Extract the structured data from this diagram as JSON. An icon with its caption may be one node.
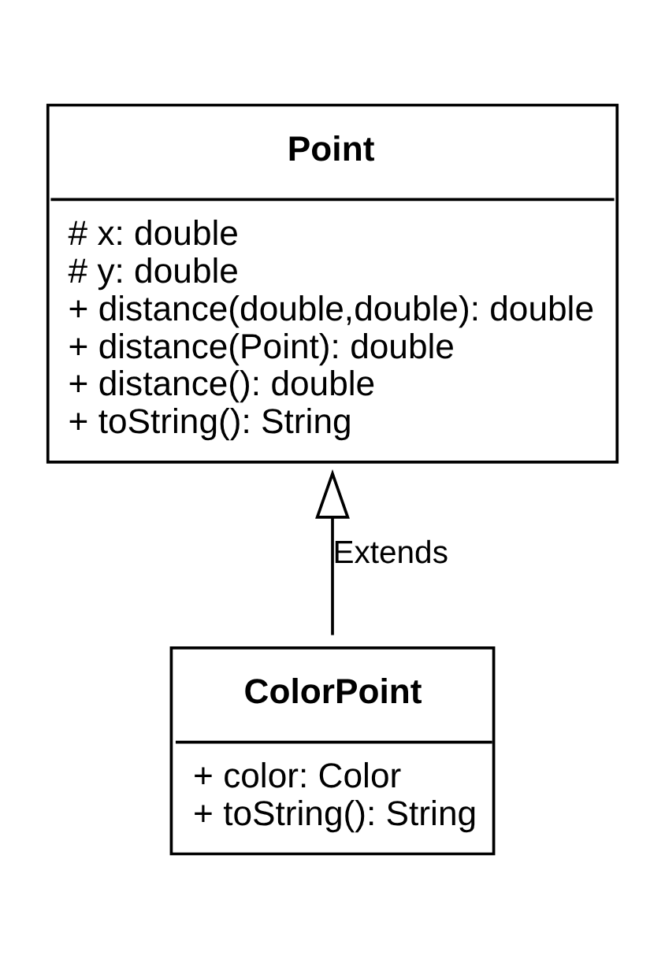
{
  "diagram": {
    "nodes": [
      {
        "text": [
          "Point",
          "# x: double",
          "# y: double",
          "+ distance(double,double): double",
          "+ distance(Point): double",
          "+ distance(): double",
          "+ toString(): String"
        ]
      },
      {
        "text": [
          "ColorPoint",
          "+ color: Color",
          "+ toString(): String"
        ]
      }
    ],
    "edges": [
      {
        "from": 1,
        "to": 0,
        "arrow": "to",
        "label": "Extends"
      }
    ]
  }
}
